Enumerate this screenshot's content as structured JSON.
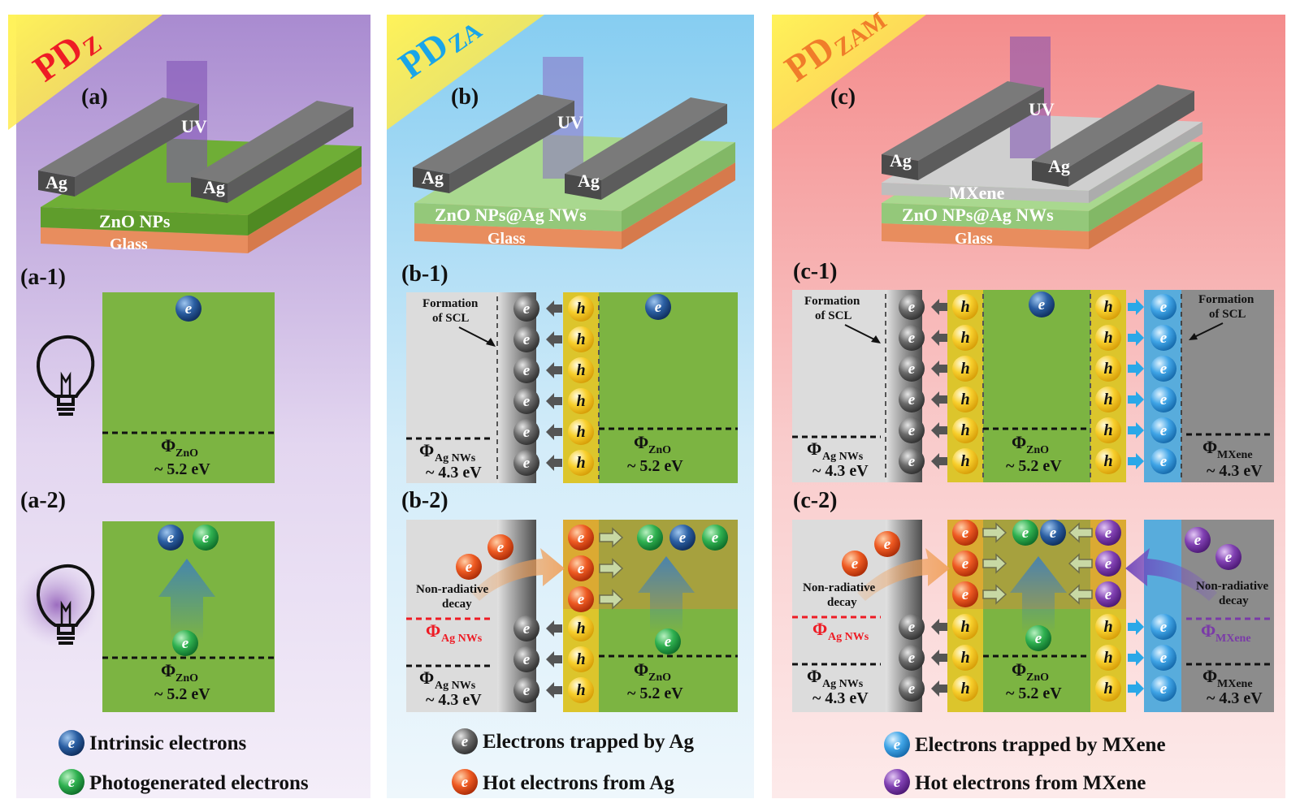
{
  "panels": {
    "z": {
      "title_main": "PD",
      "title_sub": "Z",
      "label": "(a)",
      "uv": "UV",
      "ag_left": "Ag",
      "ag_right": "Ag",
      "layer_top": "ZnO NPs",
      "layer_bottom": "Glass",
      "sub1": "(a-1)",
      "sub2": "(a-2)",
      "phi": "Φ",
      "phi_sub": "ZnO",
      "energy": "~ 5.2 eV"
    },
    "za": {
      "title_main": "PD",
      "title_sub": "ZA",
      "label": "(b)",
      "uv": "UV",
      "ag_left": "Ag",
      "ag_right": "Ag",
      "layer_top": "ZnO NPs@Ag NWs",
      "layer_bottom": "Glass",
      "sub1": "(b-1)",
      "sub2": "(b-2)"
    },
    "zam": {
      "title_main": "PD",
      "title_sub": "ZAM",
      "label": "(c)",
      "uv": "UV",
      "ag_left": "Ag",
      "ag_right": "Ag",
      "layer_mxene": "MXene",
      "layer_top": "ZnO NPs@Ag NWs",
      "layer_bottom": "Glass",
      "sub1": "(c-1)",
      "sub2": "(c-2)"
    }
  },
  "labels": {
    "formation_l1": "Formation",
    "formation_l2": "of SCL",
    "nonrad_l1": "Non-radiative",
    "nonrad_l2": "decay",
    "phi": "Φ",
    "sub_agnws": "Ag  NWs",
    "sub_zno": "ZnO",
    "sub_mxene": "MXene",
    "e43": "~ 4.3 eV",
    "e52": "~ 5.2 eV",
    "e": "e",
    "h": "h"
  },
  "legend": {
    "intrinsic": "Intrinsic electrons",
    "photogen": "Photogenerated electrons",
    "trapped_ag": "Electrons trapped by Ag",
    "hot_ag": "Hot electrons from Ag",
    "trapped_mx": "Electrons trapped by MXene",
    "hot_mx": "Hot electrons from MXene"
  },
  "colors": {
    "panel_a_bg": "#c9b4e2",
    "panel_b_bg": "#b8dff5",
    "panel_c_bg": "#f7b2b2",
    "zno_green": "#79b33f",
    "glass": "#f1a57d",
    "ag_gray": "#666666",
    "electron_blue": "#1f4e8c",
    "electron_green": "#2aa84a",
    "electron_gray": "#555555",
    "electron_orange": "#e8521e",
    "electron_lightblue": "#3fa0e0",
    "electron_purple": "#7a3aa8",
    "hole_yellow": "#f3c51e",
    "title_red": "#ee1c25",
    "title_blue": "#1aa5e8",
    "title_orange": "#f07d2a"
  }
}
